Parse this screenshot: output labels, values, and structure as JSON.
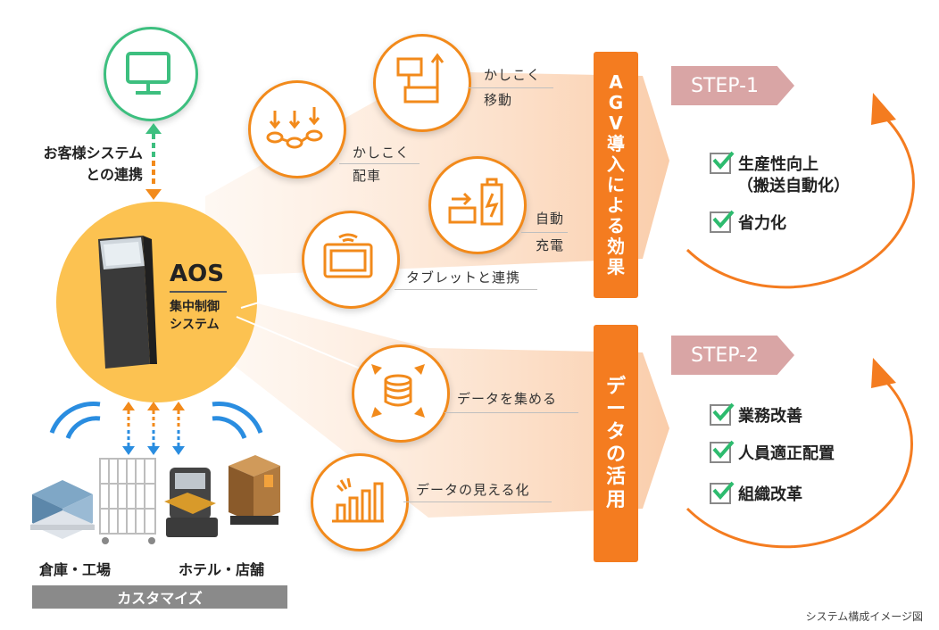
{
  "customer": {
    "line1": "お客様システム",
    "line2": "との連携"
  },
  "aos": {
    "title": "AOS",
    "sub1": "集中制御",
    "sub2": "システム"
  },
  "features": {
    "smart_move": {
      "line1": "かしこく",
      "line2": "移動"
    },
    "smart_dispatch": {
      "line1": "かしこく",
      "line2": "配車"
    },
    "auto_charge": {
      "line1": "自動",
      "line2": "充電"
    },
    "tablet": {
      "label": "タブレットと連携"
    },
    "collect": {
      "label": "データを集める"
    },
    "visualize": {
      "label": "データの見える化"
    }
  },
  "bars": {
    "agv_effect": [
      "A",
      "G",
      "V",
      "導",
      "入",
      "に",
      "よ",
      "る",
      "効",
      "果"
    ],
    "data_use": [
      "デ",
      "ー",
      "タ",
      "の",
      "活",
      "用"
    ]
  },
  "step1": {
    "tag": "STEP-1",
    "items": [
      "生産性向上",
      "（搬送自動化）",
      "省力化"
    ]
  },
  "step2": {
    "tag": "STEP-2",
    "items": [
      "業務改善",
      "人員適正配置",
      "組織改革"
    ]
  },
  "sites": {
    "warehouse": "倉庫・工場",
    "hotel": "ホテル・店舗",
    "customize": "カスタマイズ"
  },
  "caption": "システム構成イメージ図",
  "colors": {
    "accent": "#f47c20",
    "circle_border": "#f28a1b",
    "aos_fill": "#fcc251",
    "step_tag": "#d9a5a5",
    "monitor": "#3dbf7f",
    "check": "#2dbb6e",
    "gray_bar": "#8a8a8a"
  }
}
